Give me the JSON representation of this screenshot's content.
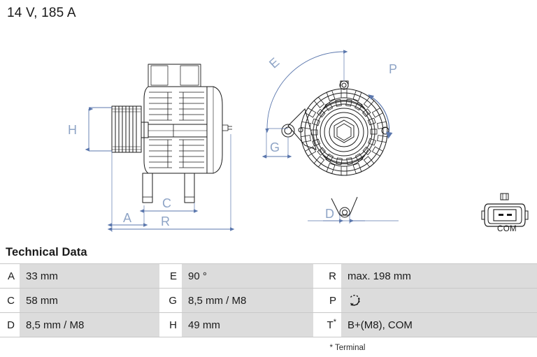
{
  "header": {
    "title": "14 V, 185 A"
  },
  "drawing": {
    "side_view_labels": [
      "H",
      "A",
      "C",
      "R"
    ],
    "front_view_labels": [
      "E",
      "G",
      "P",
      "D"
    ],
    "connector": {
      "label": "COM",
      "icon": "connector-plug-icon"
    }
  },
  "technical_data": {
    "heading": "Technical Data",
    "rows": [
      {
        "c1_key": "A",
        "c1_value": "33 mm",
        "c2_key": "E",
        "c2_value": "90 °",
        "c3_key": "R",
        "c3_value": "max. 198 mm"
      },
      {
        "c1_key": "C",
        "c1_value": "58 mm",
        "c2_key": "G",
        "c2_value": "8,5 mm / M8",
        "c3_key": "P",
        "c3_value": "rotation-counterclockwise-icon"
      },
      {
        "c1_key": "D",
        "c1_value": "8,5 mm / M8",
        "c2_key": "H",
        "c2_value": "49 mm",
        "c3_key": "T",
        "c3_key_sup": "*",
        "c3_value": "B+(M8), COM"
      }
    ],
    "footnote": "* Terminal"
  },
  "colors": {
    "dimension_blue": "#8ea4c6",
    "dimension_line": "#5b77ad",
    "value_cell_bg": "#dcdcdc",
    "line_black": "#1a1a1a"
  }
}
